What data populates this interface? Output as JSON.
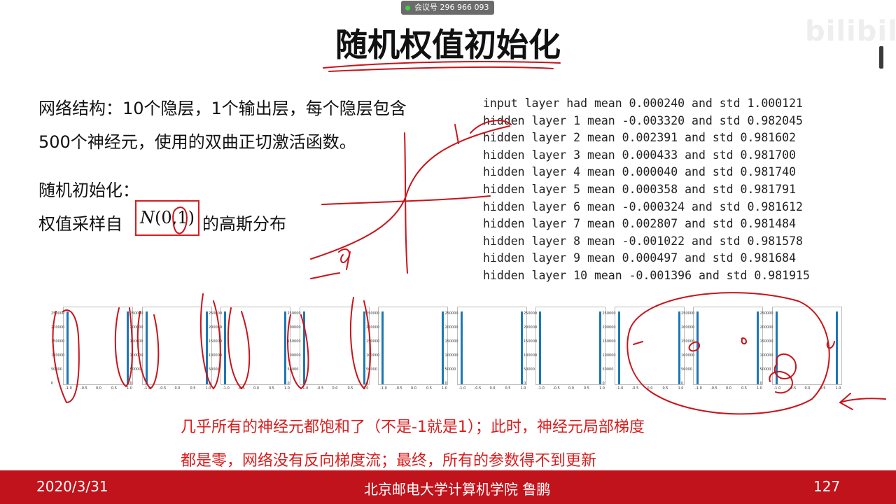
{
  "meeting": {
    "label": "会议号 296 966 093"
  },
  "watermark": {
    "text": "bilibili"
  },
  "slide": {
    "title": "随机权值初始化",
    "paragraph_line1": "网络结构：10个隐层，1个输出层，每个隐层包含",
    "paragraph_line2": "500个神经元，使用的双曲正切激活函数。",
    "init_heading": "随机初始化：",
    "init_prefix": "权值采样自",
    "init_suffix": "的高斯分布",
    "formula": {
      "N": "N",
      "args": "(0,1)"
    },
    "code_lines": [
      "input layer had mean 0.000240 and std 1.000121",
      "hidden layer 1 mean -0.003320 and std 0.982045",
      "hidden layer 2 mean 0.002391 and std 0.981602",
      "hidden layer 3 mean 0.000433 and std 0.981700",
      "hidden layer 4 mean 0.000040 and std 0.981740",
      "hidden layer 5 mean 0.000358 and std 0.981791",
      "hidden layer 6 mean -0.000324 and std 0.981612",
      "hidden layer 7 mean 0.002807 and std 0.981484",
      "hidden layer 8 mean -0.001022 and std 0.981578",
      "hidden layer 9 mean 0.000497 and std 0.981684",
      "hidden layer 10 mean -0.001396 and std 0.981915"
    ],
    "histograms": {
      "count": 10,
      "y_ticks": [
        "250000",
        "200000",
        "150000",
        "100000",
        "50000",
        "0"
      ],
      "x_ticks": [
        "-1.0",
        "-0.5",
        "0.0",
        "0.5",
        "1.0"
      ],
      "bar_color": "#1f77b4"
    },
    "note_line1": "几乎所有的神经元都饱和了（不是-1就是1）；此时，神经元局部梯度",
    "note_line2": "都是零，网络没有反向梯度流；最终，所有的参数得不到更新",
    "note_color": "#d91c1c"
  },
  "footer": {
    "date": "2020/3/31",
    "institution": "北京邮电大学计算机学院  鲁鹏",
    "page_number": "127",
    "background": "#c0131b"
  }
}
